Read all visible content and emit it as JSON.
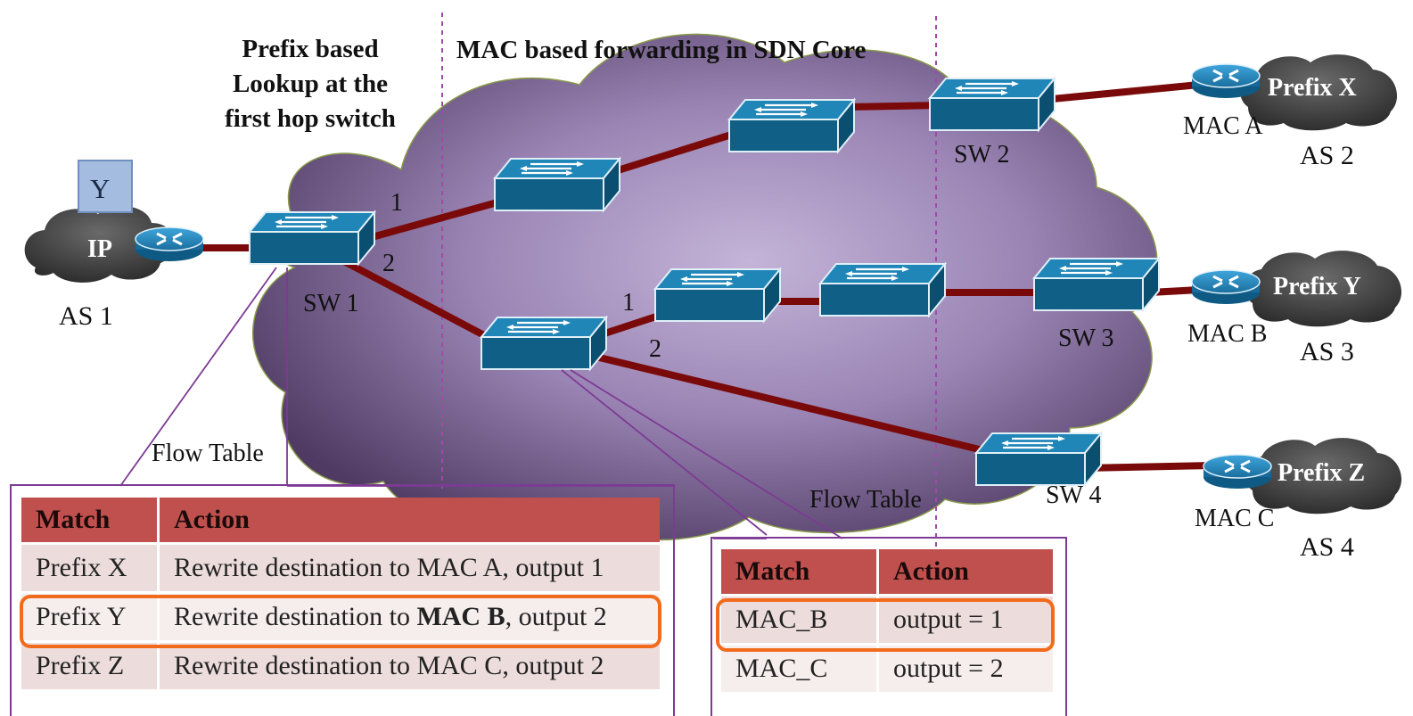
{
  "title_prefix": [
    "Prefix based",
    "Lookup at the",
    "first hop switch"
  ],
  "title_mac": "MAC based forwarding in SDN Core",
  "as1": {
    "label": "AS 1",
    "cloud_label": "IP",
    "packet_label": "Y"
  },
  "switches": {
    "sw1": "SW 1",
    "sw2": "SW 2",
    "sw3": "SW 3",
    "sw4": "SW 4"
  },
  "port_labels": {
    "sw1_port1": "1",
    "sw1_port2": "2",
    "core_port1": "1",
    "core_port2": "2"
  },
  "peers": [
    {
      "prefix": "Prefix X",
      "mac": "MAC A",
      "as": "AS 2"
    },
    {
      "prefix": "Prefix Y",
      "mac": "MAC B",
      "as": "AS 3"
    },
    {
      "prefix": "Prefix Z",
      "mac": "MAC C",
      "as": "AS 4"
    }
  ],
  "flow_table_1": {
    "caption": "Flow Table",
    "headers": [
      "Match",
      "Action"
    ],
    "rows": [
      {
        "match": "Prefix X",
        "action_pre": "Rewrite destination to ",
        "action_bold": "",
        "action_mid": "MAC A",
        "action_post": ", output 1"
      },
      {
        "match": "Prefix Y",
        "action_pre": "Rewrite destination to ",
        "action_bold": "MAC B",
        "action_mid": "",
        "action_post": ", output 2"
      },
      {
        "match": "Prefix Z",
        "action_pre": "Rewrite destination to ",
        "action_bold": "",
        "action_mid": "MAC C",
        "action_post": ", output 2"
      }
    ]
  },
  "flow_table_2": {
    "caption": "Flow Table",
    "headers": [
      "Match",
      "Action"
    ],
    "rows": [
      {
        "match": "MAC_B",
        "action": "output = 1"
      },
      {
        "match": "MAC_C",
        "action": "output = 2"
      }
    ]
  },
  "colors": {
    "link": "#7a0a0a",
    "switch_top": "#1e7aa8",
    "switch_side": "#0d5a80",
    "core_cloud": "#9b85b5",
    "as_cloud": "#3a3a3a",
    "router": "#2a8fc4",
    "table_header": "#c0504d",
    "highlight": "#f26b1d",
    "callout": "#7d3a94",
    "packet": "#a4bce0"
  }
}
